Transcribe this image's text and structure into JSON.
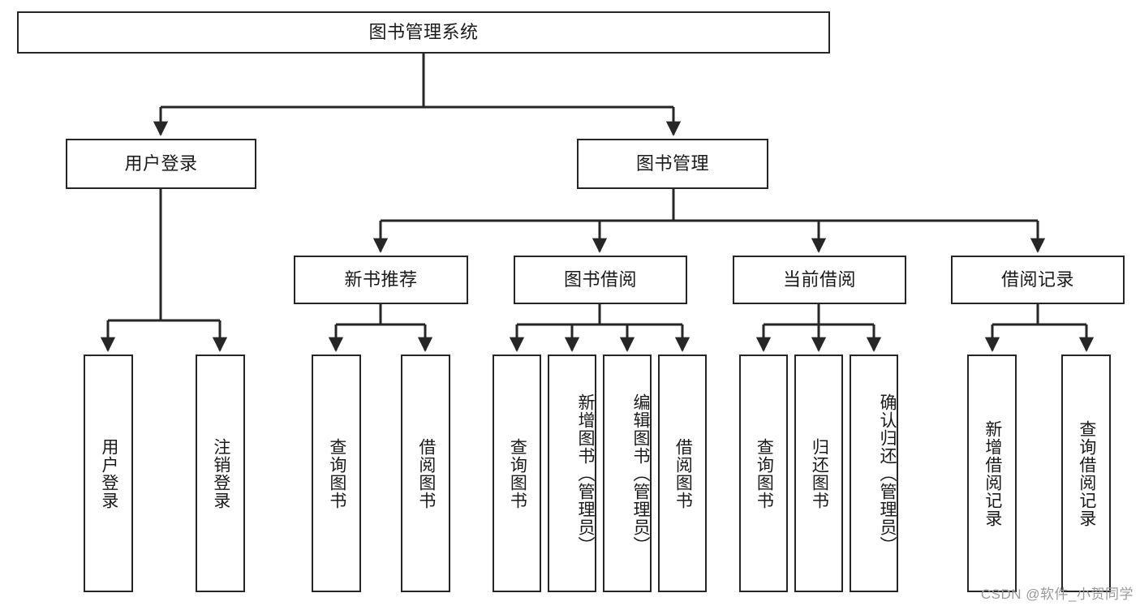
{
  "diagram": {
    "title": "图书管理系统",
    "type": "tree",
    "orientation": "top-down",
    "watermark": "CSDN @软件_小贺同学",
    "colors": {
      "box_border": "#262626",
      "box_fill": "#ffffff",
      "edge": "#262626",
      "text": "#1a1a1a",
      "watermark": "#9a9a9a",
      "background": "#ffffff"
    },
    "nodes": {
      "root": {
        "label": "图书管理系统"
      },
      "level2": [
        {
          "id": "user-login",
          "label": "用户登录"
        },
        {
          "id": "book-manage",
          "label": "图书管理"
        }
      ],
      "level3": [
        {
          "id": "new-book-recommend",
          "label": "新书推荐"
        },
        {
          "id": "book-borrow",
          "label": "图书借阅"
        },
        {
          "id": "current-borrow",
          "label": "当前借阅"
        },
        {
          "id": "borrow-record",
          "label": "借阅记录"
        }
      ],
      "leaves": {
        "user-login": [
          {
            "id": "leaf-user-login",
            "label": "用户登录"
          },
          {
            "id": "leaf-logout-login",
            "label": "注销登录"
          }
        ],
        "new-book-recommend": [
          {
            "id": "leaf-query-book-1",
            "label": "查询图书"
          },
          {
            "id": "leaf-borrow-book-1",
            "label": "借阅图书"
          }
        ],
        "book-borrow": [
          {
            "id": "leaf-query-book-2",
            "label": "查询图书"
          },
          {
            "id": "leaf-add-book",
            "label": "新增图书（管理员）"
          },
          {
            "id": "leaf-edit-book",
            "label": "编辑图书（管理员）"
          },
          {
            "id": "leaf-borrow-book-2",
            "label": "借阅图书"
          }
        ],
        "current-borrow": [
          {
            "id": "leaf-query-book-3",
            "label": "查询图书"
          },
          {
            "id": "leaf-return-book",
            "label": "归还图书"
          },
          {
            "id": "leaf-confirm-return",
            "label": "确认归还（管理员）"
          }
        ],
        "borrow-record": [
          {
            "id": "leaf-add-record",
            "label": "新增借阅记录"
          },
          {
            "id": "leaf-query-record",
            "label": "查询借阅记录"
          }
        ]
      }
    },
    "edges": [
      {
        "from": "图书管理系统",
        "to": "用户登录"
      },
      {
        "from": "图书管理系统",
        "to": "图书管理"
      },
      {
        "from": "用户登录",
        "to": "用户登录"
      },
      {
        "from": "用户登录",
        "to": "注销登录"
      },
      {
        "from": "图书管理",
        "to": "新书推荐"
      },
      {
        "from": "图书管理",
        "to": "图书借阅"
      },
      {
        "from": "图书管理",
        "to": "当前借阅"
      },
      {
        "from": "图书管理",
        "to": "借阅记录"
      },
      {
        "from": "新书推荐",
        "to": "查询图书"
      },
      {
        "from": "新书推荐",
        "to": "借阅图书"
      },
      {
        "from": "图书借阅",
        "to": "查询图书"
      },
      {
        "from": "图书借阅",
        "to": "新增图书（管理员）"
      },
      {
        "from": "图书借阅",
        "to": "编辑图书（管理员）"
      },
      {
        "from": "图书借阅",
        "to": "借阅图书"
      },
      {
        "from": "当前借阅",
        "to": "查询图书"
      },
      {
        "from": "当前借阅",
        "to": "归还图书"
      },
      {
        "from": "当前借阅",
        "to": "确认归还（管理员）"
      },
      {
        "from": "借阅记录",
        "to": "新增借阅记录"
      },
      {
        "from": "借阅记录",
        "to": "查询借阅记录"
      }
    ]
  }
}
